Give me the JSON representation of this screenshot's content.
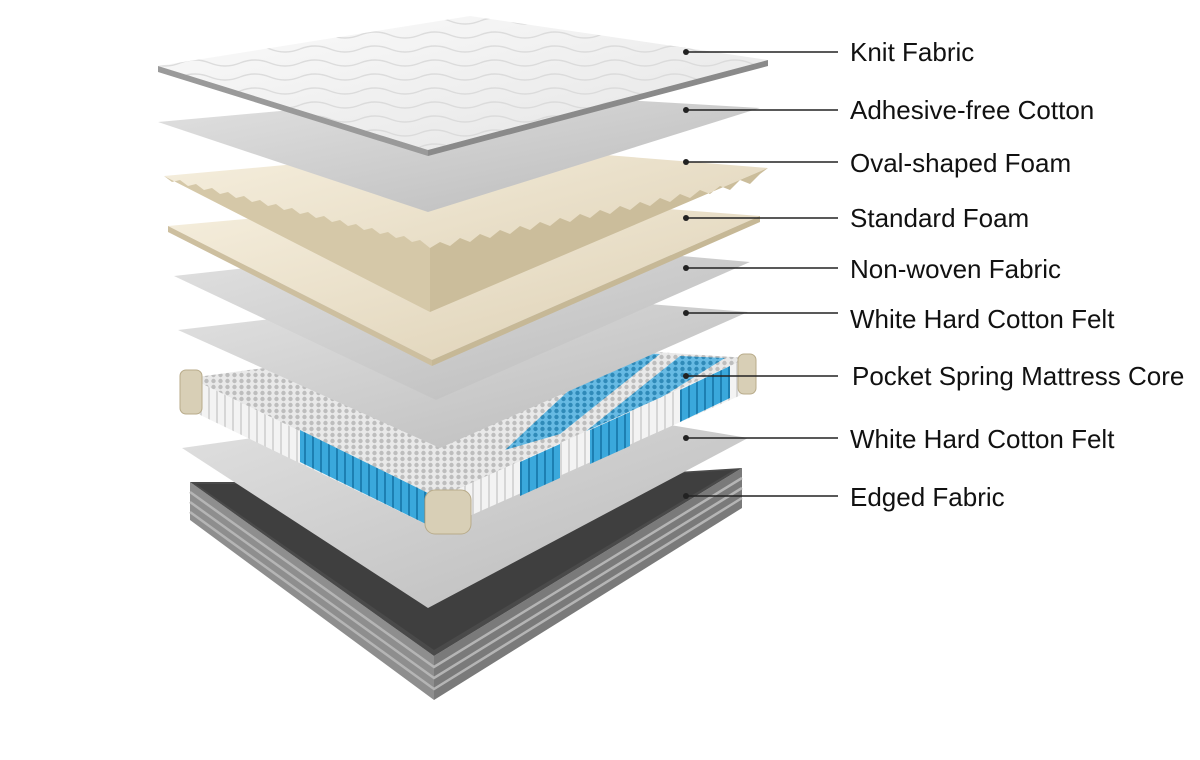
{
  "layers": [
    {
      "label": "Knit Fabric"
    },
    {
      "label": "Adhesive-free Cotton"
    },
    {
      "label": "Oval-shaped Foam"
    },
    {
      "label": "Standard Foam"
    },
    {
      "label": "Non-woven Fabric"
    },
    {
      "label": "White Hard Cotton Felt"
    },
    {
      "label": "Pocket Spring Mattress Core"
    },
    {
      "label": "White Hard Cotton Felt"
    },
    {
      "label": "Edged Fabric"
    }
  ],
  "colors": {
    "knit": "#f4f4f4",
    "cotton": "#cfcfcf",
    "foam": "#ece3d0",
    "spring_white": "#f2f2f2",
    "spring_blue": "#2e9fd6",
    "edged_top": "#4a4a4a",
    "edged_side": "#8e8e8e"
  }
}
